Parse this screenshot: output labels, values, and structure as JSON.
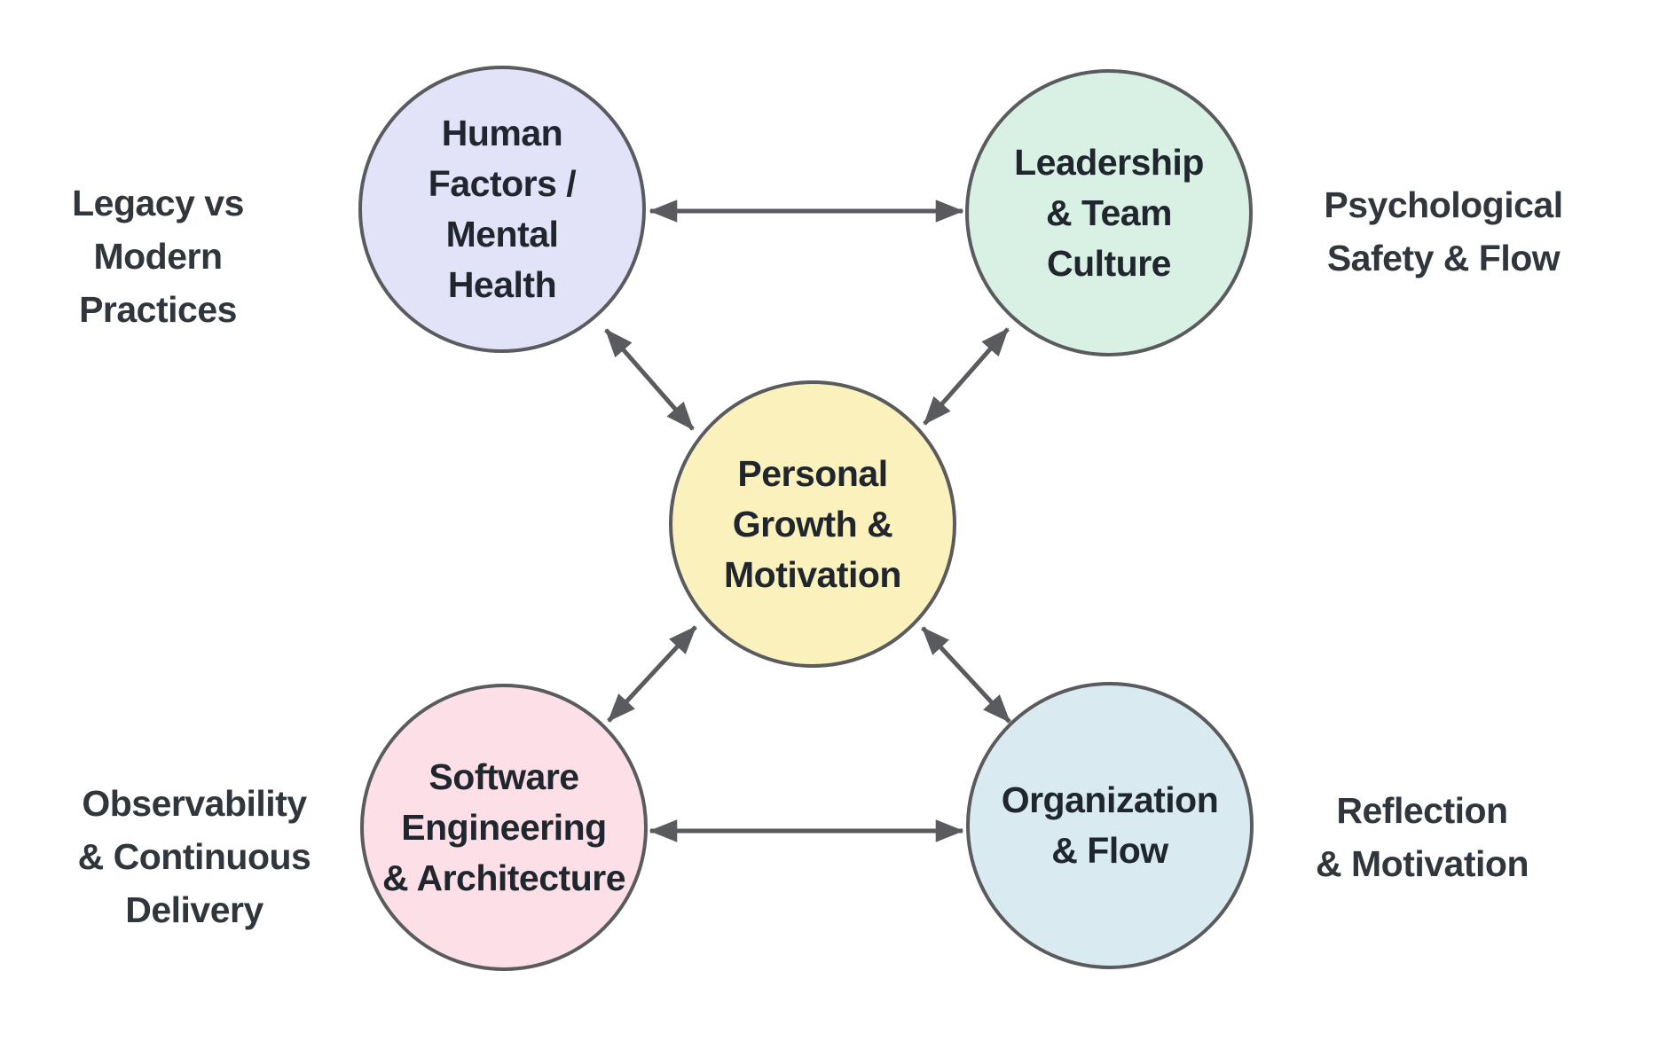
{
  "diagram": {
    "nodes": [
      {
        "id": "human-factors",
        "label": "Human\nFactors /\nMental\nHealth",
        "fill": "#e2e2f8"
      },
      {
        "id": "leadership",
        "label": "Leadership\n& Team\nCulture",
        "fill": "#d9f0e4"
      },
      {
        "id": "personal-growth",
        "label": "Personal\nGrowth &\nMotivation",
        "fill": "#faf1bd"
      },
      {
        "id": "software-engineering",
        "label": "Software\nEngineering\n& Architecture",
        "fill": "#fcdfe7"
      },
      {
        "id": "organization-flow",
        "label": "Organization\n& Flow",
        "fill": "#d9ebf1"
      }
    ],
    "side_labels": [
      {
        "id": "legacy-vs-modern",
        "text": "Legacy vs\nModern\nPractices"
      },
      {
        "id": "psychological-flow",
        "text": "Psychological\nSafety & Flow"
      },
      {
        "id": "observability-cd",
        "text": "Observability\n& Continuous\nDelivery"
      },
      {
        "id": "reflection-motivation",
        "text": "Reflection\n& Motivation"
      }
    ],
    "edges": [
      {
        "from": "human-factors",
        "to": "leadership",
        "bidirectional": true
      },
      {
        "from": "human-factors",
        "to": "personal-growth",
        "bidirectional": true
      },
      {
        "from": "leadership",
        "to": "personal-growth",
        "bidirectional": true
      },
      {
        "from": "software-engineering",
        "to": "personal-growth",
        "bidirectional": true
      },
      {
        "from": "organization-flow",
        "to": "personal-growth",
        "bidirectional": true
      },
      {
        "from": "software-engineering",
        "to": "organization-flow",
        "bidirectional": true
      }
    ],
    "colors": {
      "background": "#ffffff",
      "stroke": "#5a5b5e",
      "arrow": "#5a5b5e",
      "node_text": "#20262d",
      "label_text": "#30363c"
    }
  }
}
